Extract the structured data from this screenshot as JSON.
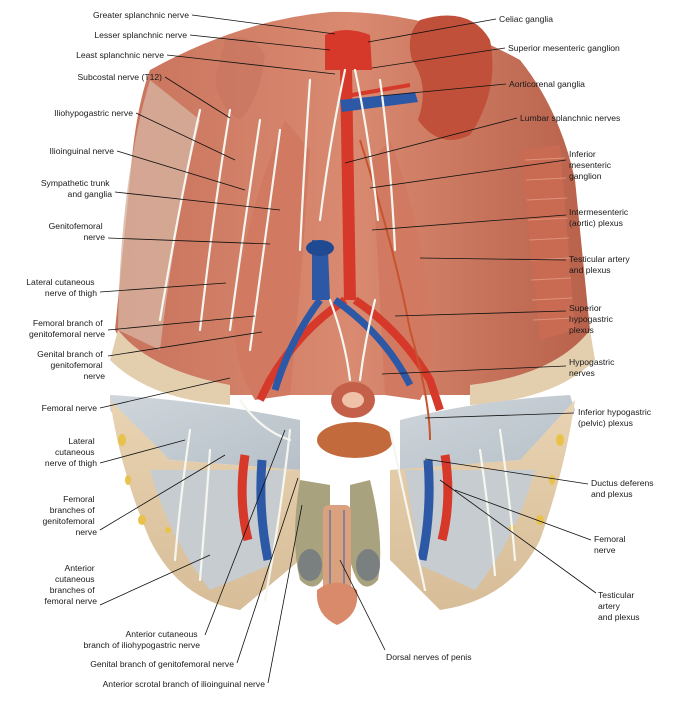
{
  "labels": {
    "greater_splanchnic": [
      "Greater splanchnic nerve"
    ],
    "lesser_splanchnic": [
      "Lesser splanchnic nerve"
    ],
    "least_splanchnic": [
      "Least splanchnic nerve"
    ],
    "subcostal": [
      "Subcostal nerve (T12)"
    ],
    "iliohypogastric": [
      "Iliohypogastric nerve"
    ],
    "ilioinguinal": [
      "Ilioinguinal nerve"
    ],
    "sympathetic_trunk": [
      "Sympathetic trunk",
      "and ganglia"
    ],
    "genitofemoral": [
      "Genitofemoral",
      "nerve"
    ],
    "lateral_cutaneous_upper": [
      "Lateral cutaneous",
      "nerve of thigh"
    ],
    "femoral_branch": [
      "Femoral branch of",
      "genitofemoral nerve"
    ],
    "genital_branch": [
      "Genital branch of",
      "genitofemoral",
      "nerve"
    ],
    "femoral_nerve_left": [
      "Femoral nerve"
    ],
    "lateral_cutaneous_lower": [
      "Lateral",
      "cutaneous",
      "nerve of thigh"
    ],
    "femoral_branches": [
      "Femoral",
      "branches of",
      "genitofemoral",
      "nerve"
    ],
    "anterior_cutaneous_femoral": [
      "Anterior",
      "cutaneous",
      "branches of",
      "femoral  nerve"
    ],
    "anterior_cutaneous_iliohypogastric": [
      "Anterior cutaneous",
      "branch of iliohypogastric nerve"
    ],
    "genital_branch_bottom": [
      "Genital branch of genitofemoral nerve"
    ],
    "anterior_scrotal": [
      "Anterior scrotal branch of ilioinguinal nerve"
    ],
    "dorsal_nerves": [
      "Dorsal nerves of penis"
    ],
    "celiac_ganglia": [
      "Celiac ganglia"
    ],
    "superior_mesenteric_ganglion": [
      "Superior mesenteric ganglion"
    ],
    "aorticorenal": [
      "Aorticorenal ganglia"
    ],
    "lumbar_splanchnic": [
      "Lumbar splanchnic nerves"
    ],
    "inferior_mesenteric": [
      "Inferior",
      "mesenteric",
      "ganglion"
    ],
    "intermesenteric": [
      "Intermesenteric",
      "(aortic) plexus"
    ],
    "testicular_artery_upper": [
      "Testicular artery",
      "and plexus"
    ],
    "superior_hypogastric": [
      "Superior",
      "hypogastric",
      "plexus"
    ],
    "hypogastric_nerves": [
      "Hypogastric",
      "nerves"
    ],
    "inferior_hypogastric": [
      "Inferior hypogastric",
      "(pelvic) plexus"
    ],
    "ductus_deferens": [
      "Ductus deferens",
      "and plexus"
    ],
    "femoral_nerve_right": [
      "Femoral",
      "nerve"
    ],
    "testicular_artery_lower": [
      "Testicular",
      "artery",
      "and plexus"
    ]
  }
}
